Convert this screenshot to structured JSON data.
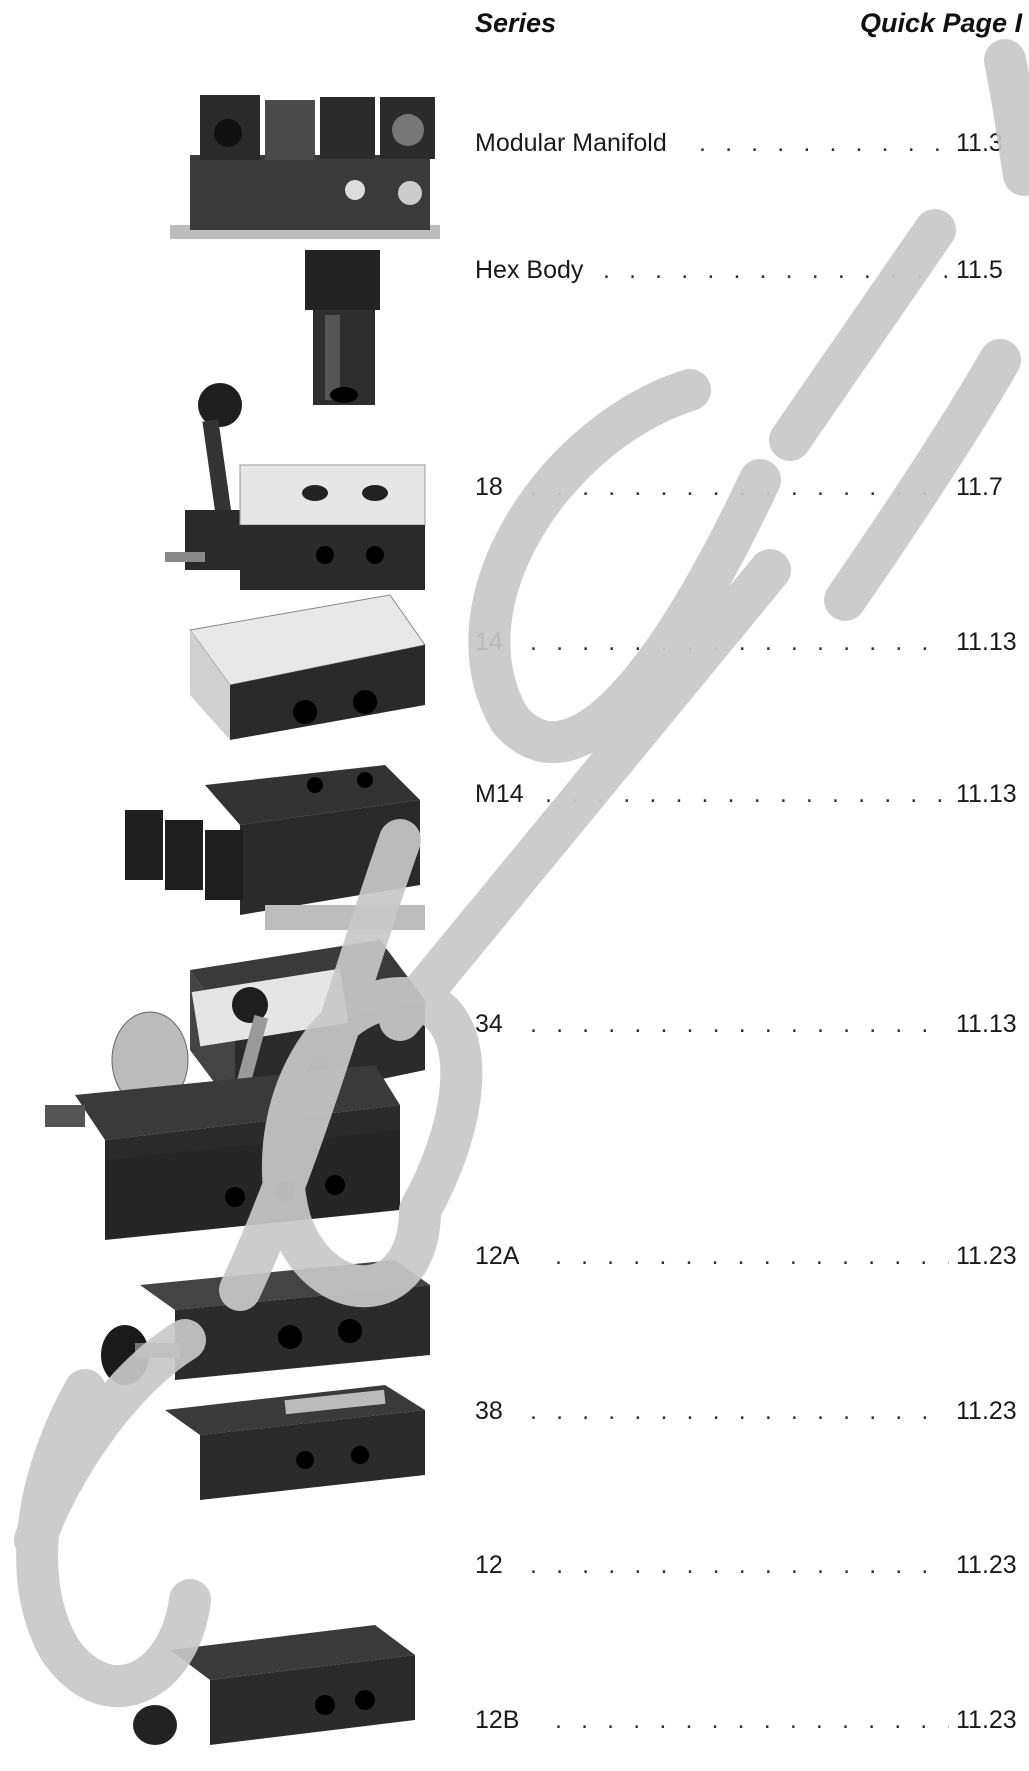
{
  "header": {
    "series": "Series",
    "page": "Quick Page I"
  },
  "rows": [
    {
      "name": "Modular Manifold",
      "page": "11.3"
    },
    {
      "name": "Hex Body",
      "page": "11.5"
    },
    {
      "name": "18",
      "page": "11.7"
    },
    {
      "name": "14",
      "page": "11.13"
    },
    {
      "name": "M14",
      "page": "11.13"
    },
    {
      "name": "34",
      "page": "11.13"
    },
    {
      "name": "12A",
      "page": "11.23"
    },
    {
      "name": "38",
      "page": "11.23"
    },
    {
      "name": "12",
      "page": "11.23"
    },
    {
      "name": "12B",
      "page": "11.23"
    }
  ],
  "colors": {
    "watermark": "#c8c8c8",
    "product_dark": "#2b2b2b",
    "product_mid": "#4a4a4a",
    "product_light": "#9a9a9a"
  }
}
